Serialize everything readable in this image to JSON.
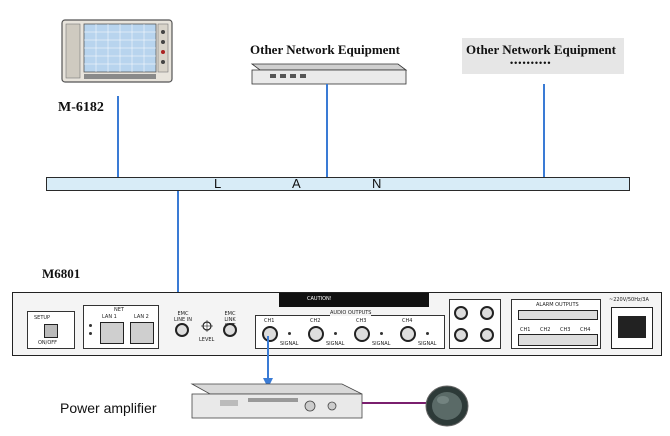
{
  "nodes": {
    "m6182": {
      "label": "M-6182"
    },
    "other_equipment_1": {
      "label": "Other Network Equipment"
    },
    "other_equipment_2": {
      "label": "Other Network Equipment",
      "more": "••••••••••"
    },
    "lan": {
      "letters": [
        "L",
        "A",
        "N"
      ]
    },
    "m6801": {
      "label": "M6801"
    },
    "power_amplifier": {
      "label": "Power amplifier"
    }
  },
  "panel": {
    "setup": "SETUP",
    "net": "NET",
    "lan1": "LAN 1",
    "lan2": "LAN 2",
    "emc_line_in": "EMC LINE IN",
    "emc_link_out": "EMC LINK OUT",
    "level": "LEVEL",
    "caution": "CAUTION!",
    "audio_outputs": "AUDIO OUTPUTS",
    "ch1": "CH1",
    "ch2": "CH2",
    "ch3": "CH3",
    "ch4": "CH4",
    "signal": "SIGNAL",
    "alarm_outputs": "ALARM OUTPUTS",
    "ach1": "CH1",
    "ach2": "CH2",
    "ach3": "CH3",
    "ach4": "CH4",
    "power": "~220V/50Hz/3A",
    "onoff": "ON/OFF"
  },
  "colors": {
    "link": "#3a7bd5",
    "speaker_cable": "#7a1f6e",
    "lan_fill": "#d8ecf7"
  }
}
